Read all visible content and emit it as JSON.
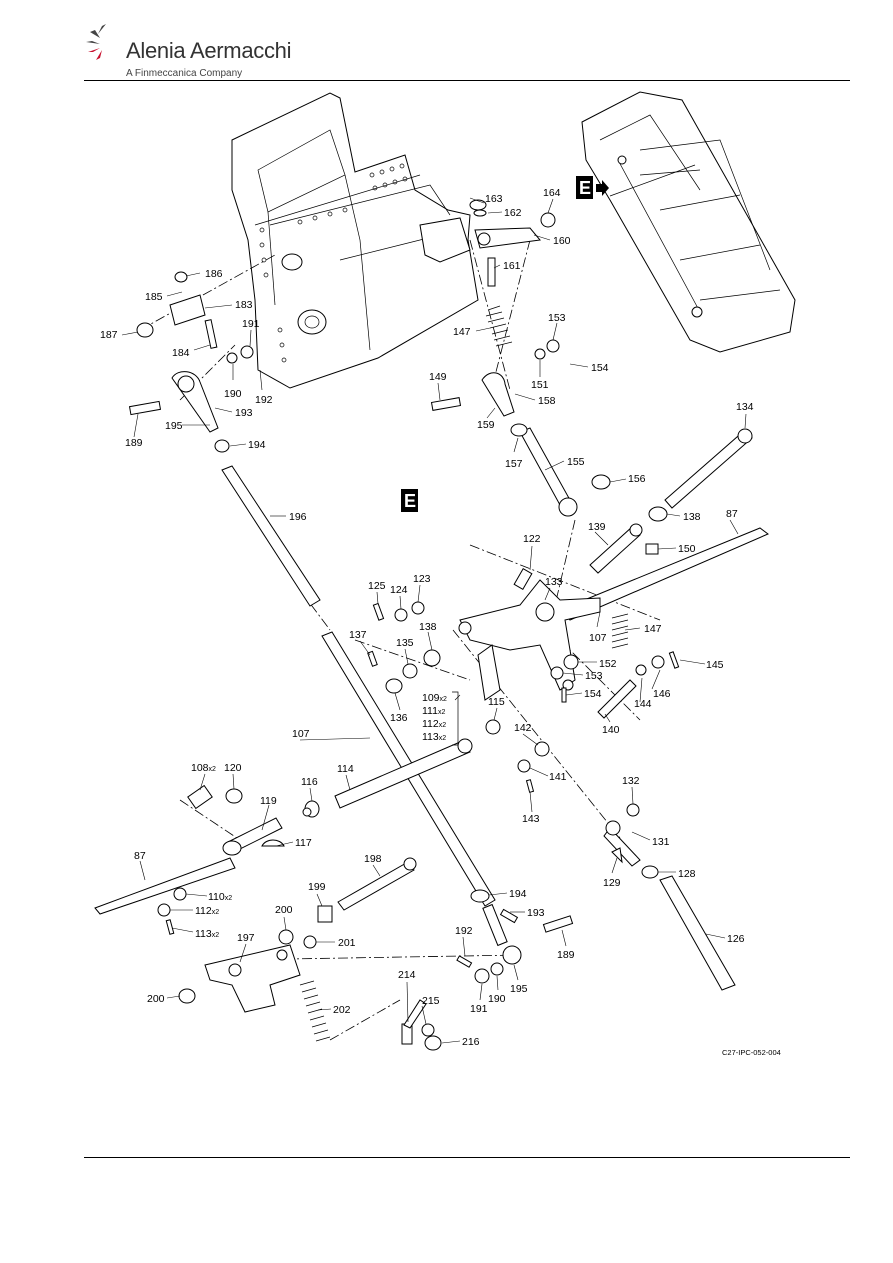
{
  "header": {
    "brand": "Alenia Aermacchi",
    "subtitle": "A Finmeccanica Company"
  },
  "figure": {
    "reference": "C27-IPC-052-004",
    "view_letter": "E",
    "callouts": [
      {
        "id": "186",
        "text": "186"
      },
      {
        "id": "185",
        "text": "185"
      },
      {
        "id": "183",
        "text": "183"
      },
      {
        "id": "187",
        "text": "187"
      },
      {
        "id": "184",
        "text": "184"
      },
      {
        "id": "191a",
        "text": "191"
      },
      {
        "id": "190a",
        "text": "190"
      },
      {
        "id": "192a",
        "text": "192"
      },
      {
        "id": "193a",
        "text": "193"
      },
      {
        "id": "189a",
        "text": "189"
      },
      {
        "id": "195a",
        "text": "195"
      },
      {
        "id": "194a",
        "text": "194"
      },
      {
        "id": "196",
        "text": "196"
      },
      {
        "id": "163",
        "text": "163"
      },
      {
        "id": "162",
        "text": "162"
      },
      {
        "id": "164",
        "text": "164"
      },
      {
        "id": "160",
        "text": "160"
      },
      {
        "id": "161",
        "text": "161"
      },
      {
        "id": "147a",
        "text": "147"
      },
      {
        "id": "153a",
        "text": "153"
      },
      {
        "id": "151",
        "text": "151"
      },
      {
        "id": "154a",
        "text": "154"
      },
      {
        "id": "149",
        "text": "149"
      },
      {
        "id": "158",
        "text": "158"
      },
      {
        "id": "159",
        "text": "159"
      },
      {
        "id": "157",
        "text": "157"
      },
      {
        "id": "155",
        "text": "155"
      },
      {
        "id": "156",
        "text": "156"
      },
      {
        "id": "134",
        "text": "134"
      },
      {
        "id": "138a",
        "text": "138"
      },
      {
        "id": "87a",
        "text": "87"
      },
      {
        "id": "139",
        "text": "139"
      },
      {
        "id": "150",
        "text": "150"
      },
      {
        "id": "122",
        "text": "122"
      },
      {
        "id": "133",
        "text": "133"
      },
      {
        "id": "125",
        "text": "125"
      },
      {
        "id": "124",
        "text": "124"
      },
      {
        "id": "123",
        "text": "123"
      },
      {
        "id": "138b",
        "text": "138"
      },
      {
        "id": "137",
        "text": "137"
      },
      {
        "id": "135",
        "text": "135"
      },
      {
        "id": "136",
        "text": "136"
      },
      {
        "id": "107a",
        "text": "107"
      },
      {
        "id": "147b",
        "text": "147"
      },
      {
        "id": "152",
        "text": "152"
      },
      {
        "id": "153b",
        "text": "153"
      },
      {
        "id": "154b",
        "text": "154"
      },
      {
        "id": "145",
        "text": "145"
      },
      {
        "id": "146",
        "text": "146"
      },
      {
        "id": "144",
        "text": "144"
      },
      {
        "id": "140",
        "text": "140"
      },
      {
        "id": "115",
        "text": "115"
      },
      {
        "id": "142",
        "text": "142"
      },
      {
        "id": "141",
        "text": "141"
      },
      {
        "id": "143",
        "text": "143"
      },
      {
        "id": "107b",
        "text": "107"
      },
      {
        "id": "108",
        "text": "108"
      },
      {
        "id": "120",
        "text": "120"
      },
      {
        "id": "116",
        "text": "116"
      },
      {
        "id": "114",
        "text": "114"
      },
      {
        "id": "119",
        "text": "119"
      },
      {
        "id": "117",
        "text": "117"
      },
      {
        "id": "87b",
        "text": "87"
      },
      {
        "id": "110",
        "text": "110"
      },
      {
        "id": "112",
        "text": "112"
      },
      {
        "id": "113",
        "text": "113"
      },
      {
        "id": "132",
        "text": "132"
      },
      {
        "id": "131",
        "text": "131"
      },
      {
        "id": "129",
        "text": "129"
      },
      {
        "id": "128",
        "text": "128"
      },
      {
        "id": "198",
        "text": "198"
      },
      {
        "id": "199",
        "text": "199"
      },
      {
        "id": "200a",
        "text": "200"
      },
      {
        "id": "201",
        "text": "201"
      },
      {
        "id": "197",
        "text": "197"
      },
      {
        "id": "200b",
        "text": "200"
      },
      {
        "id": "202",
        "text": "202"
      },
      {
        "id": "194b",
        "text": "194"
      },
      {
        "id": "193b",
        "text": "193"
      },
      {
        "id": "189b",
        "text": "189"
      },
      {
        "id": "192b",
        "text": "192"
      },
      {
        "id": "191b",
        "text": "191"
      },
      {
        "id": "190b",
        "text": "190"
      },
      {
        "id": "195b",
        "text": "195"
      },
      {
        "id": "214",
        "text": "214"
      },
      {
        "id": "215",
        "text": "215"
      },
      {
        "id": "216",
        "text": "216"
      },
      {
        "id": "126",
        "text": "126"
      }
    ],
    "grouped_callouts": [
      {
        "id": "109g",
        "text": "109",
        "qty": "x2"
      },
      {
        "id": "111g",
        "text": "111",
        "qty": "x2"
      },
      {
        "id": "112g",
        "text": "112",
        "qty": "x2"
      },
      {
        "id": "113g",
        "text": "113",
        "qty": "x2"
      }
    ],
    "qty_labels": {
      "q108": "x2",
      "q110": "x2",
      "q112": "x2",
      "q113": "x2"
    }
  }
}
